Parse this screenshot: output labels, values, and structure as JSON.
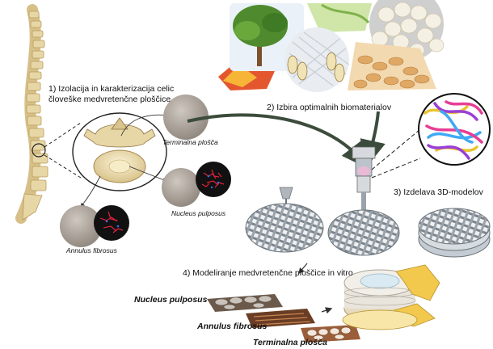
{
  "steps": {
    "step1_line1": "1) Izolacija in karakterizacija celic",
    "step1_line2": "človeške medvretenčne ploščice",
    "step2": "2) Izbira optimalnih biomaterialov",
    "step3": "3) Izdelava 3D-modelov",
    "step4": "4) Modeliranje medvretenčne ploščice  in vitro"
  },
  "cells": {
    "endplate": "Terminalna plošča",
    "nucleus": "Nucleus pulposus",
    "annulus": "Annulus fibrosus"
  },
  "layers": {
    "nucleus": "Nucleus pulposus",
    "annulus": "Annulus fibrosus",
    "endplate": "Terminalna plošča"
  },
  "colors": {
    "bone": "#e8d7a6",
    "bone_dark": "#b89c5e",
    "arrow": "#3c4c3c",
    "fluor_red": "#e0203c"
  }
}
